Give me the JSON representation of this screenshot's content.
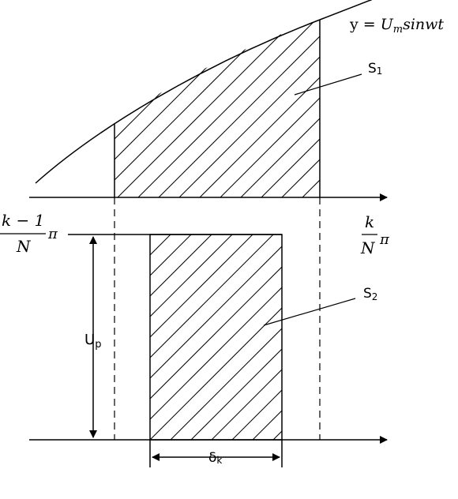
{
  "equation": {
    "prefix": "y = ",
    "u": "U",
    "sub": "m",
    "rest": "sinwt"
  },
  "labels": {
    "s1": {
      "main": "S",
      "sub": "1"
    },
    "s2": {
      "main": "S",
      "sub": "2"
    },
    "up": {
      "main": "U",
      "sub": "p"
    },
    "delta": {
      "main": "δ",
      "sub": "k"
    }
  },
  "fraction_left": {
    "numerator": "k − 1",
    "denominator": "N",
    "suffix": "π"
  },
  "fraction_right": {
    "numerator": "k",
    "denominator": "N",
    "suffix": "π"
  },
  "colors": {
    "stroke": "#000000",
    "background": "#ffffff"
  }
}
